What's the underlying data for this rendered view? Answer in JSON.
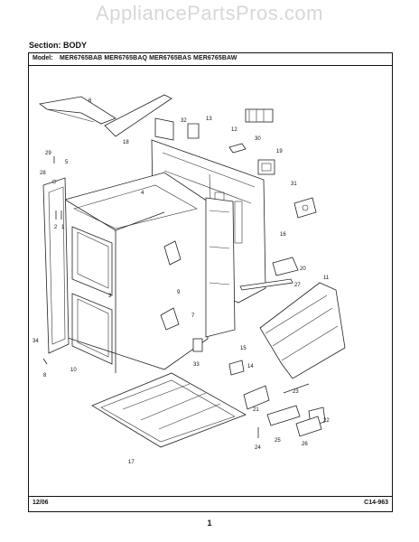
{
  "site": {
    "watermark": "AppliancePartsPros.com"
  },
  "header": {
    "section": "Section:  BODY",
    "model_label": "Model:",
    "models": "MER6765BAB MER6765BAQ MER6765BAS MER6765BAW"
  },
  "footer": {
    "date": "12/06",
    "code": "C14-963",
    "page": "1"
  },
  "diagram": {
    "callouts": [
      "6",
      "18",
      "32",
      "13",
      "30",
      "12",
      "19",
      "31",
      "16",
      "20",
      "11",
      "27",
      "15",
      "14",
      "21",
      "23",
      "25",
      "22",
      "26",
      "24",
      "17",
      "33",
      "9",
      "7",
      "4",
      "3",
      "2",
      "1",
      "5",
      "29",
      "28",
      "34",
      "8",
      "10"
    ]
  }
}
